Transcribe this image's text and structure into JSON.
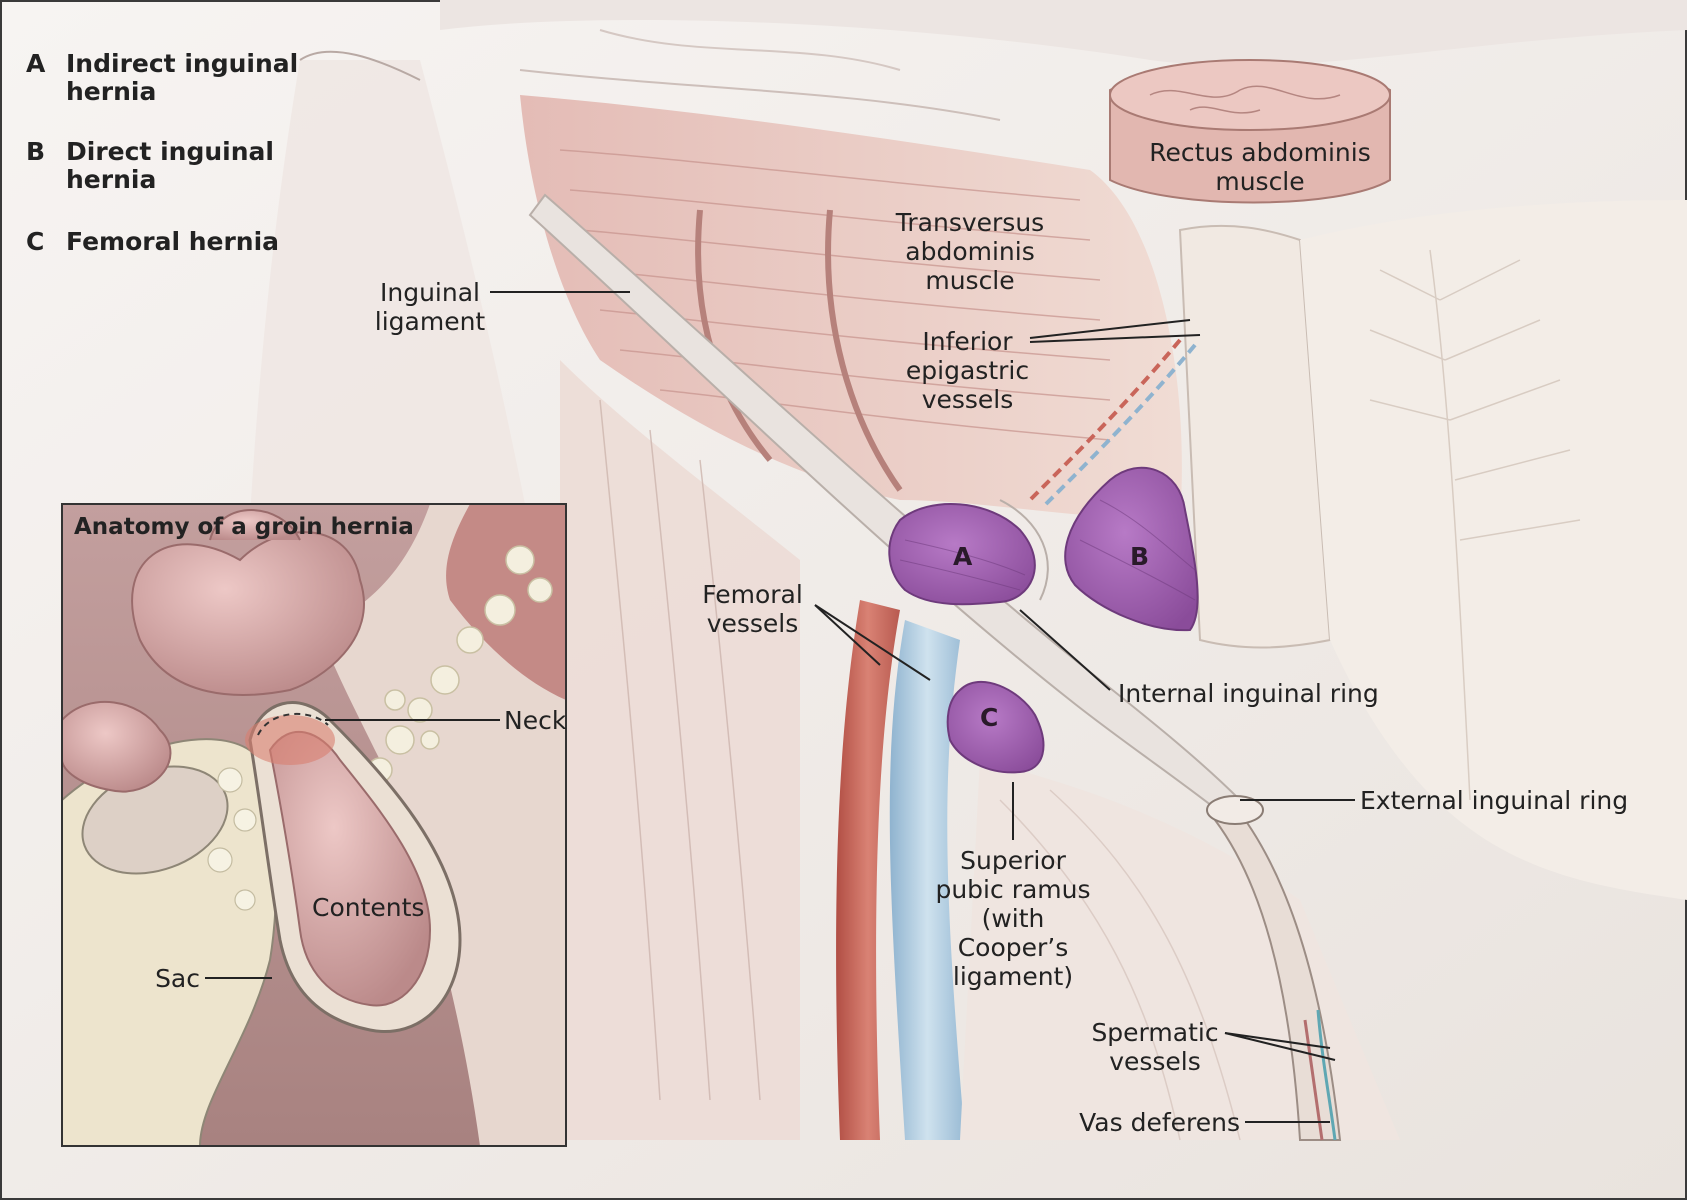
{
  "legend": [
    {
      "key": "A",
      "text": "Indirect inguinal hernia"
    },
    {
      "key": "B",
      "text": "Direct inguinal hernia"
    },
    {
      "key": "C",
      "text": "Femoral hernia"
    }
  ],
  "markers": {
    "a": "A",
    "b": "B",
    "c": "C"
  },
  "labels": {
    "rectus": "Rectus abdominis\nmuscle",
    "transversus": "Transversus\nabdominis\nmuscle",
    "inguinal_ligament": "Inguinal\nligament",
    "inferior_epigastric": "Inferior\nepigastric\nvessels",
    "femoral_vessels": "Femoral\nvessels",
    "internal_ring": "Internal inguinal ring",
    "external_ring": "External inguinal ring",
    "superior_pubic": "Superior\npubic ramus\n(with Cooper’s\nligament)",
    "spermatic": "Spermatic\nvessels",
    "vas": "Vas deferens"
  },
  "inset": {
    "title": "Anatomy of a groin hernia",
    "neck": "Neck",
    "contents": "Contents",
    "sac": "Sac"
  },
  "colors": {
    "hernia_purple": "#9a5aa8",
    "muscle_pink": "#d9a9a3",
    "artery_red": "#c9655a",
    "vein_blue": "#a9c7dc",
    "tissue_cream": "#ece3d8"
  }
}
